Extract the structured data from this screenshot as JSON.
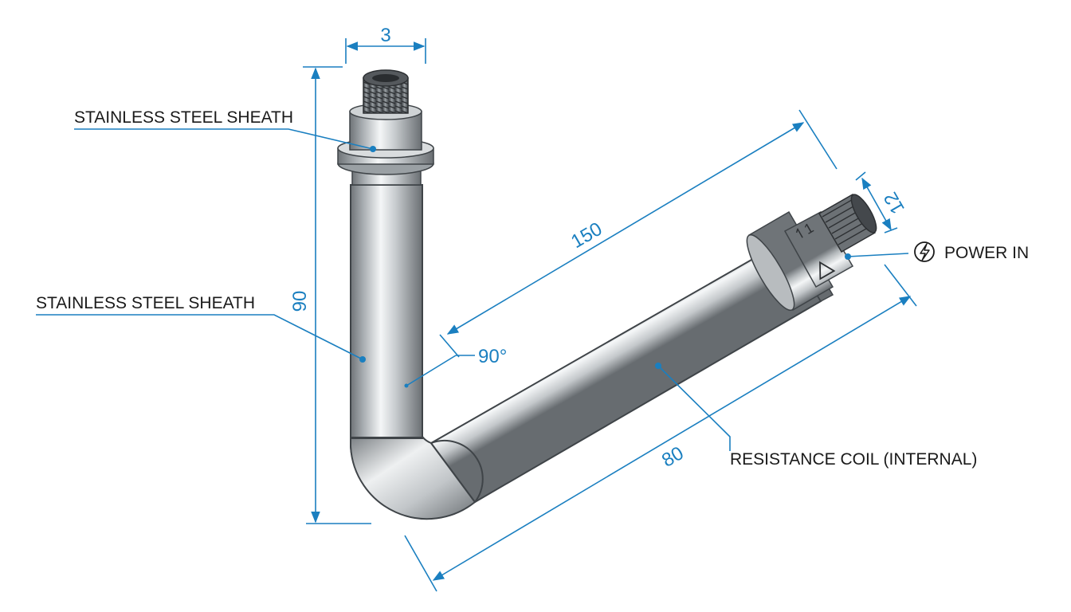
{
  "labels": {
    "sheath_top": "STAINLESS STEEL SHEATH",
    "sheath_mid": "STAINLESS STEEL SHEATH",
    "power_in": "POWER IN",
    "resistance_coil": "RESISTANCE COIL (INTERNAL)"
  },
  "dimensions": {
    "thread_width": "3",
    "height": "90",
    "length_top": "150",
    "length_bottom": "80",
    "thread_right": "12",
    "angle": "90°"
  },
  "colors": {
    "dimension": "#1a7fc0",
    "text": "#1a1a1a",
    "metal_dark": "#6f7478",
    "metal_light": "#f4f6f7"
  },
  "icons": {
    "power": "lightning-bolt-icon",
    "terminal_mark": "warning-triangle-icon"
  }
}
